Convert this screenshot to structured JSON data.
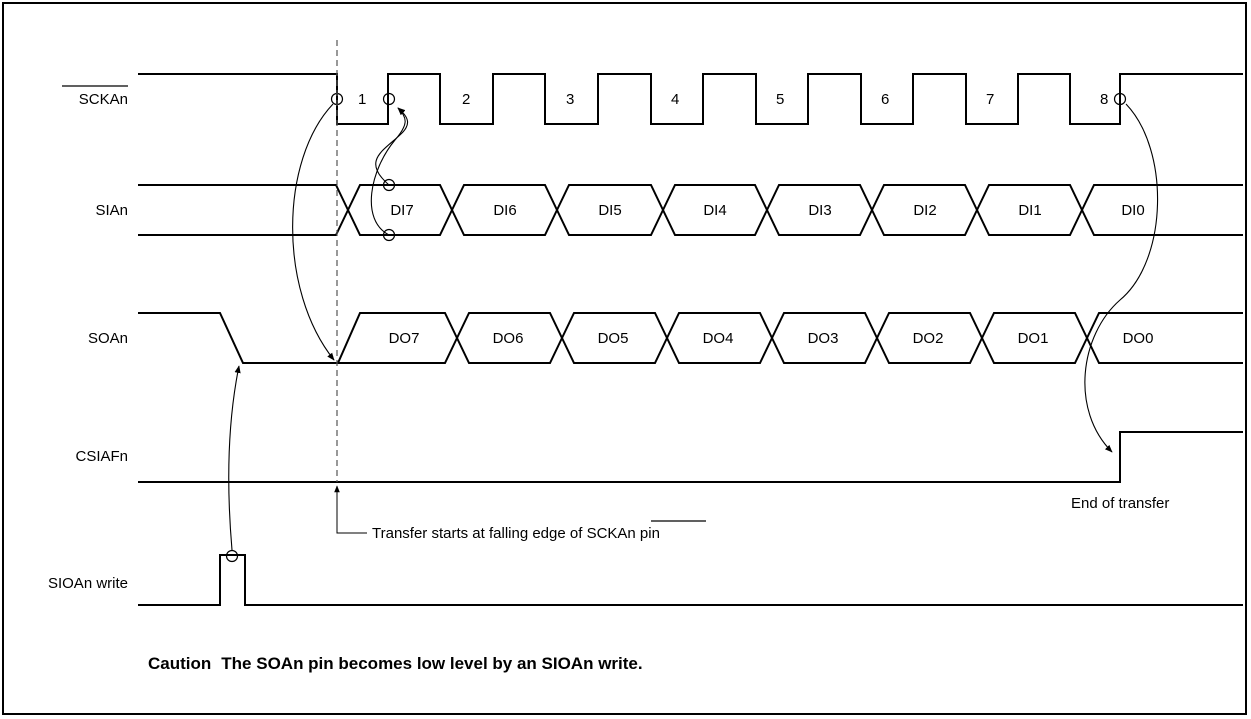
{
  "signals": {
    "sck": "SCKAn",
    "si": "SIAn",
    "so": "SOAn",
    "csiaf": "CSIAFn",
    "sioa": "SIOAn write"
  },
  "clock_numbers": [
    "1",
    "2",
    "3",
    "4",
    "5",
    "6",
    "7",
    "8"
  ],
  "si_bits": [
    "DI7",
    "DI6",
    "DI5",
    "DI4",
    "DI3",
    "DI2",
    "DI1",
    "DI0"
  ],
  "so_bits": [
    "DO7",
    "DO6",
    "DO5",
    "DO4",
    "DO3",
    "DO2",
    "DO1",
    "DO0"
  ],
  "annotations": {
    "transfer_start_prefix": "Transfer starts at falling edge of ",
    "transfer_start_signal": "SCKAn",
    "transfer_start_suffix": " pin",
    "end_of_transfer": "End of transfer"
  },
  "caution": {
    "label": "Caution",
    "text": "The SOAn pin becomes low level by an SIOAn write."
  }
}
